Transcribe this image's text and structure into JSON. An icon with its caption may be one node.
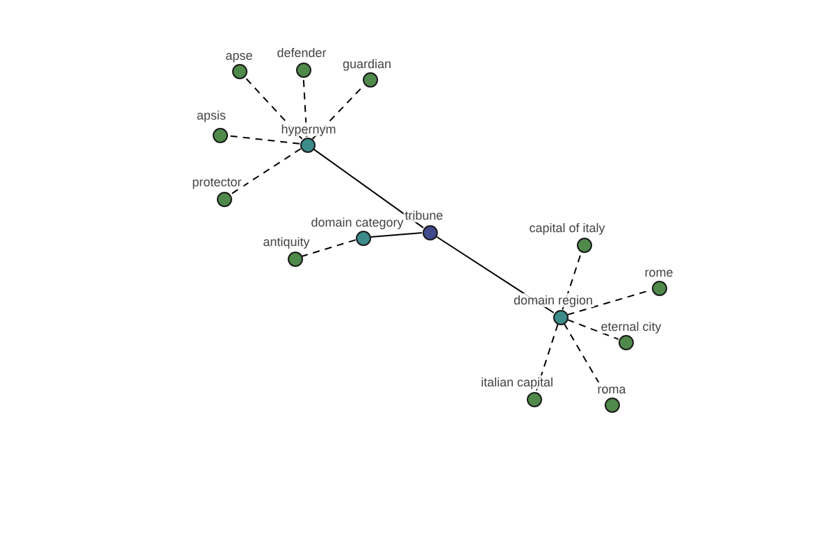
{
  "diagram": {
    "nodes": [
      {
        "text": [],
        "shape": "circle",
        "beside": [
          "apse"
        ]
      },
      {
        "text": [],
        "shape": "circle",
        "beside": [
          "defender"
        ]
      },
      {
        "text": [],
        "shape": "circle",
        "beside": [
          "guardian"
        ]
      },
      {
        "text": [],
        "shape": "circle",
        "beside": [
          "apsis"
        ]
      },
      {
        "text": [],
        "shape": "circle",
        "beside": [
          "hypernym"
        ]
      },
      {
        "text": [],
        "shape": "circle",
        "beside": [
          "protector"
        ]
      },
      {
        "text": [],
        "shape": "circle",
        "beside": [
          "tribune"
        ]
      },
      {
        "text": [],
        "shape": "circle",
        "beside": [
          "domain category"
        ]
      },
      {
        "text": [],
        "shape": "circle",
        "beside": [
          "antiquity"
        ]
      },
      {
        "text": [],
        "shape": "circle",
        "beside": [
          "capital of italy"
        ]
      },
      {
        "text": [],
        "shape": "circle",
        "beside": [
          "rome"
        ]
      },
      {
        "text": [],
        "shape": "circle",
        "beside": [
          "domain region"
        ]
      },
      {
        "text": [],
        "shape": "circle",
        "beside": [
          "eternal city"
        ]
      },
      {
        "text": [],
        "shape": "circle",
        "beside": [
          "italian capital"
        ]
      },
      {
        "text": [],
        "shape": "circle",
        "beside": [
          "roma"
        ]
      }
    ],
    "edges": [
      {
        "from": 4,
        "to": 0,
        "arrow": "none",
        "style": "dashed"
      },
      {
        "from": 4,
        "to": 1,
        "arrow": "none",
        "style": "dashed"
      },
      {
        "from": 4,
        "to": 2,
        "arrow": "none",
        "style": "dashed"
      },
      {
        "from": 4,
        "to": 3,
        "arrow": "none",
        "style": "dashed"
      },
      {
        "from": 4,
        "to": 5,
        "arrow": "none",
        "style": "dashed"
      },
      {
        "from": 4,
        "to": 6,
        "arrow": "none"
      },
      {
        "from": 7,
        "to": 6,
        "arrow": "none"
      },
      {
        "from": 7,
        "to": 8,
        "arrow": "none",
        "style": "dashed"
      },
      {
        "from": 6,
        "to": 11,
        "arrow": "none"
      },
      {
        "from": 11,
        "to": 9,
        "arrow": "none",
        "style": "dashed"
      },
      {
        "from": 11,
        "to": 10,
        "arrow": "none",
        "style": "dashed"
      },
      {
        "from": 11,
        "to": 12,
        "arrow": "none",
        "style": "dashed"
      },
      {
        "from": 11,
        "to": 13,
        "arrow": "none",
        "style": "dashed"
      },
      {
        "from": 11,
        "to": 14,
        "arrow": "none",
        "style": "dashed"
      }
    ]
  }
}
